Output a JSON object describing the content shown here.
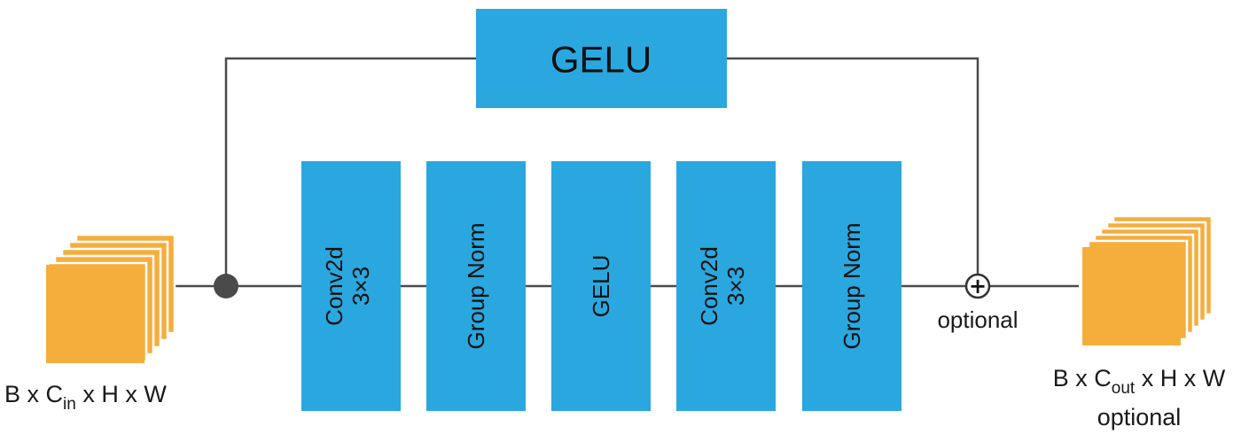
{
  "colors": {
    "block": "#2aa7df",
    "tensor": "#f5ad3c",
    "wire": "#4a4a4a",
    "junction": "#4a4a4a"
  },
  "residual_block": {
    "label": "GELU"
  },
  "blocks": [
    {
      "line1": "Conv2d",
      "line2": "3×3"
    },
    {
      "line1": "Group Norm",
      "line2": ""
    },
    {
      "line1": "GELU",
      "line2": ""
    },
    {
      "line1": "Conv2d",
      "line2": "3×3"
    },
    {
      "line1": "Group Norm",
      "line2": ""
    }
  ],
  "input_tensor": {
    "prefix": "B x C",
    "subscript": "in",
    "suffix": " x H x W"
  },
  "output_tensor": {
    "prefix": "B x C",
    "subscript": "out",
    "suffix": " x H x W",
    "note": "optional"
  },
  "add_node": {
    "symbol": "+",
    "note": "optional"
  }
}
